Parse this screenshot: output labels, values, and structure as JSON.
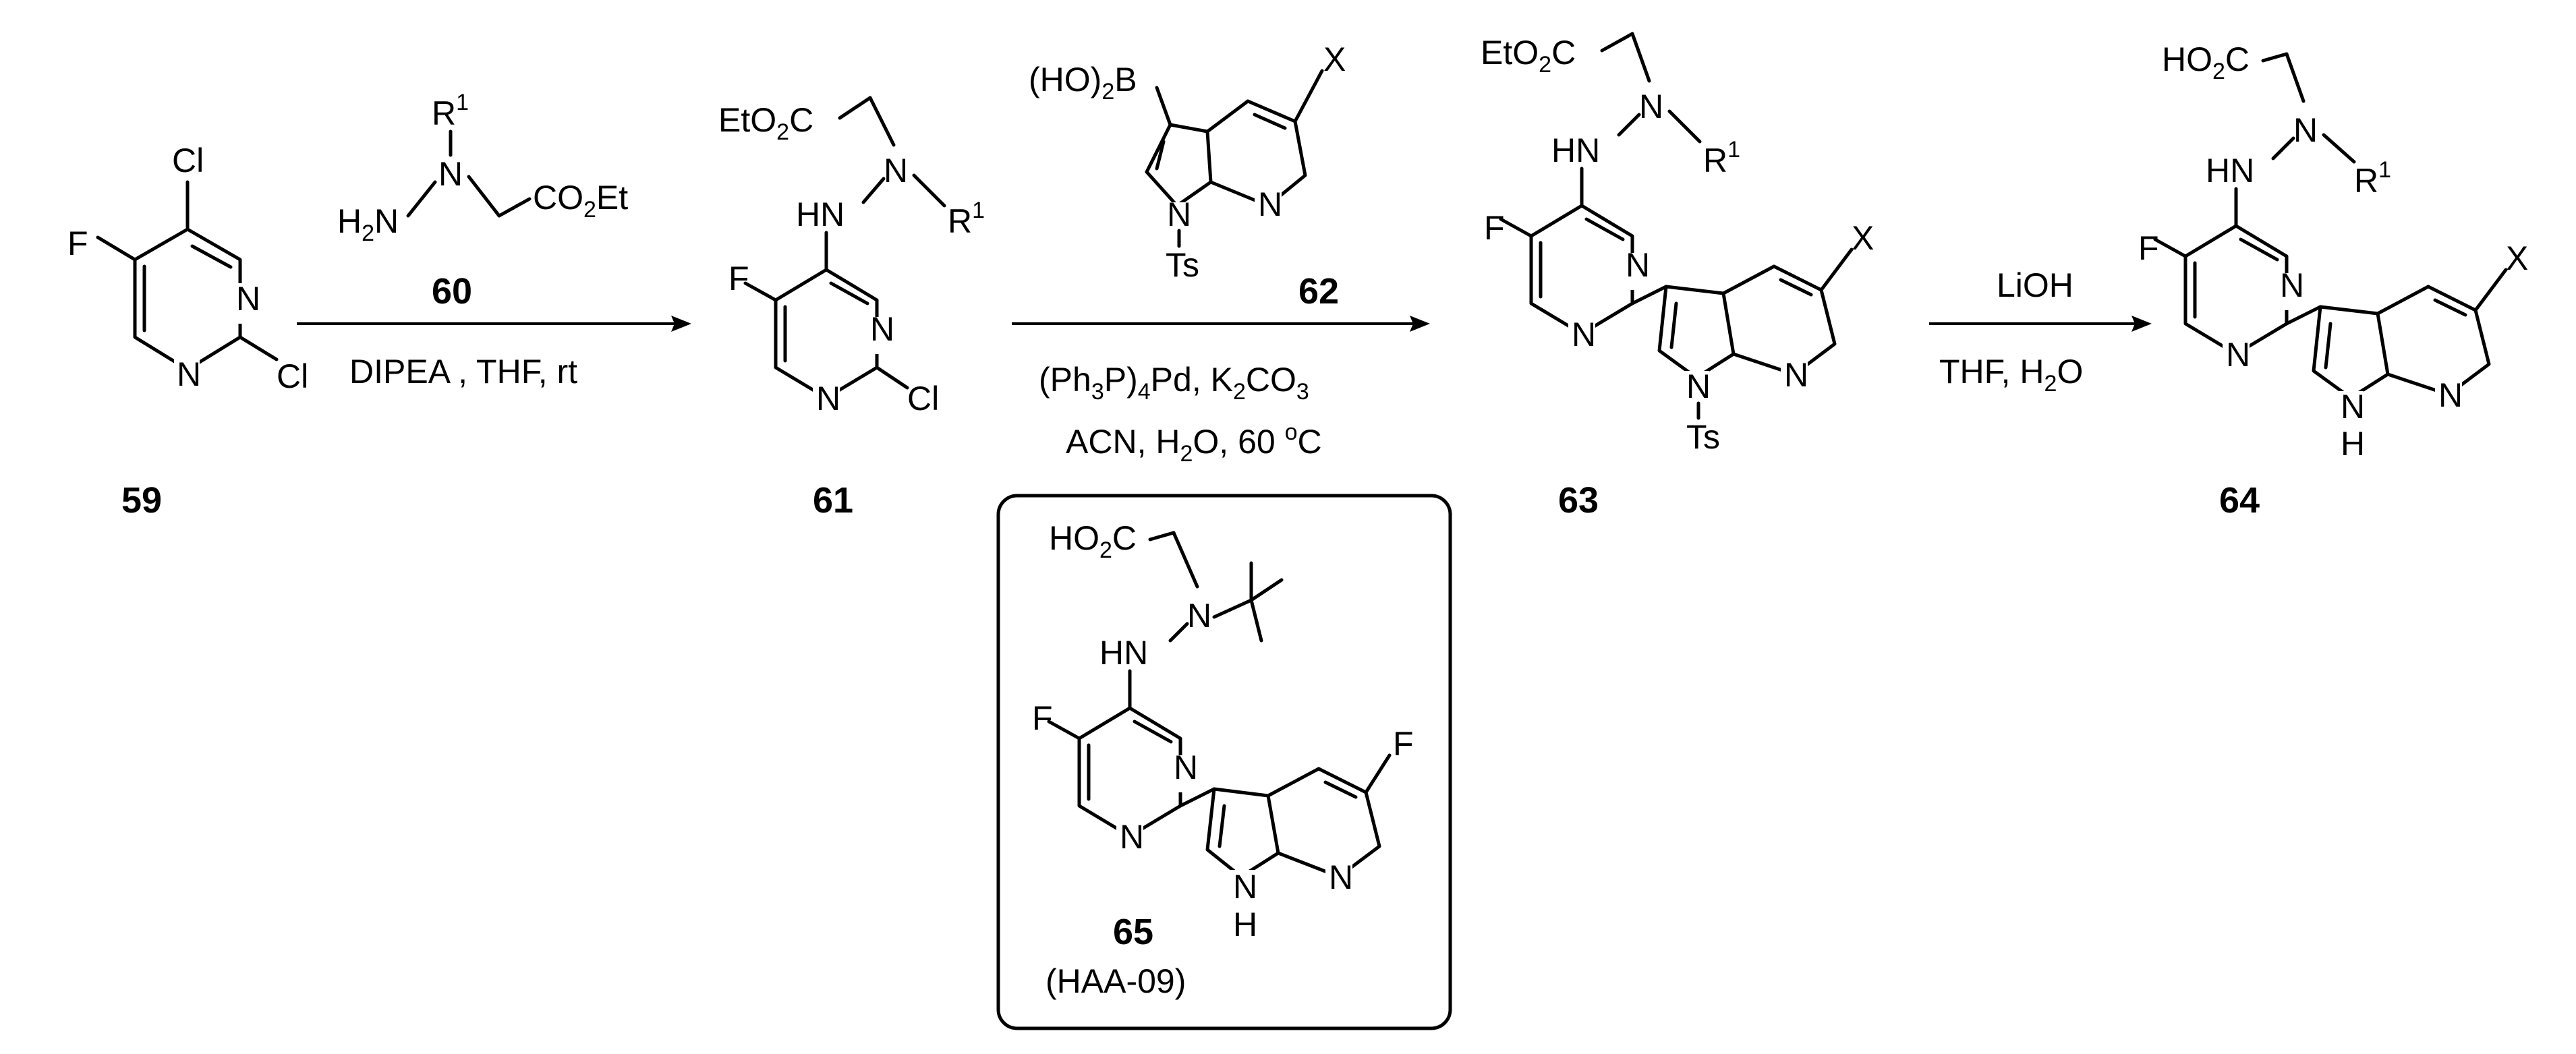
{
  "compounds": {
    "c59": {
      "number": "59"
    },
    "c60": {
      "number": "60"
    },
    "c61": {
      "number": "61"
    },
    "c62": {
      "number": "62"
    },
    "c63": {
      "number": "63"
    },
    "c64": {
      "number": "64"
    },
    "c65": {
      "number": "65",
      "name": "(HAA-09)"
    }
  },
  "reactions": {
    "step1": {
      "conditions": "DIPEA , THF, rt"
    },
    "step2": {
      "conditions_line1": "(Ph3P)4Pd, K2CO3",
      "conditions_line2": "ACN, H2O, 60 oC"
    },
    "step3": {
      "reagent": "LiOH",
      "conditions": "THF, H2O"
    }
  },
  "atom_labels": {
    "F": "F",
    "Cl": "Cl",
    "N": "N",
    "HN": "HN",
    "H": "H",
    "X": "X",
    "Ts": "Ts",
    "R1": "R1",
    "EtO2C": "EtO2C",
    "HO2C": "HO2C",
    "CO2Et": "CO2Et",
    "H2N": "H2N",
    "B_OH_2": "(HO)2B"
  }
}
